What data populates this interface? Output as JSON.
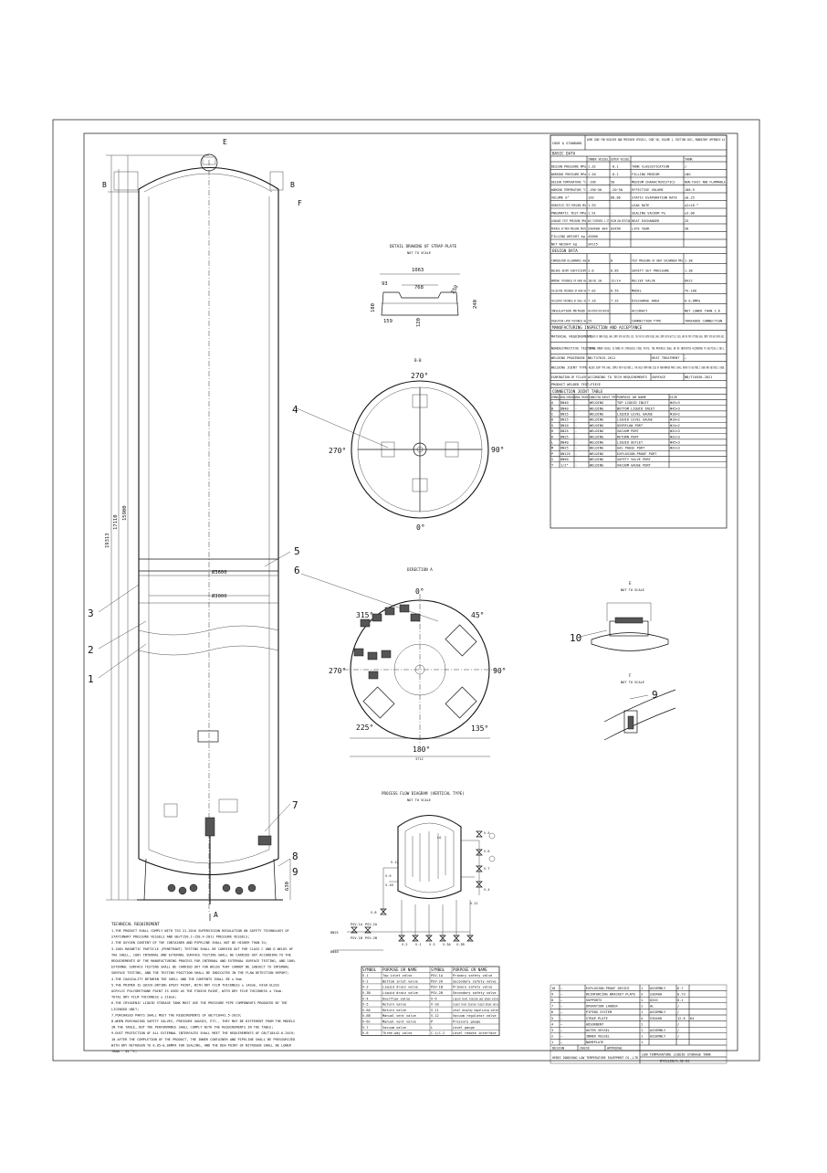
{
  "vessel": {
    "dims": [
      "19313",
      "17110",
      "15900"
    ],
    "diam_outer": "Ø3600",
    "diam_inner": "Ø3000",
    "leg_height": "630",
    "view_marks": [
      "E",
      "B",
      "B",
      "F",
      "A"
    ],
    "balloons": [
      "3",
      "2",
      "1",
      "5",
      "6",
      "7",
      "8",
      "9",
      "10",
      "4"
    ]
  },
  "strap": {
    "title": "DETAIL DRAWING OF STRAP-PLATE",
    "scale": "NOT TO SCALE",
    "dims": [
      "1063",
      "768",
      "93",
      "180",
      "159",
      "120",
      "250",
      "240"
    ]
  },
  "section_bb": {
    "title": "B-B",
    "angles": [
      "270°",
      "270°",
      "90°",
      "0°"
    ]
  },
  "direction_a": {
    "title": "DIRECTION A",
    "angles": [
      "0°",
      "45°",
      "315°",
      "270°",
      "90°",
      "225°",
      "135°",
      "180°"
    ],
    "bottom_dim": "3712"
  },
  "detail_e": {
    "title": "E",
    "scale": "NOT TO SCALE"
  },
  "detail_f": {
    "title": "F",
    "scale": "NOT TO SCALE"
  },
  "process": {
    "title": "PROCESS FLOW DIAGRAM (VERTICAL TYPE)",
    "scale": "NOT TO SCALE",
    "labels": [
      "V-2",
      "V-1",
      "V-3",
      "V-3A",
      "V-3B",
      "V-4",
      "V-5",
      "V-6",
      "V-7",
      "V-8",
      "V-9",
      "V-10",
      "V-11",
      "V-12",
      "PSV-1A",
      "PSV-1B",
      "PSV-2A",
      "PSV-2B",
      "LG",
      "DN25",
      "DN40"
    ]
  },
  "tech_req": {
    "title": "TECHNICAL REQUIREMENT",
    "lines": [
      "1.THE PRODUCT SHALL COMPLY WITH TSG 21-2016 SUPERVISION REGULATION ON SAFETY TECHNOLOGY OF",
      "STATIONARY PRESSURE VESSELS AND GB/T150.1~150.4-2011 PRESSURE VESSELS;",
      "2.THE OXYGEN CONTENT OF THE CONTAINER AND PIPELINE SHALL NOT BE HIGHER THAN 3%;",
      "3.100% MAGNETIC PARTICLE (PENETRANT) TESTING SHALL BE CARRIED OUT FOR CLASS C AND D WELDS OF",
      "THE SHELL, 100% INTERNAL AND EXTERNAL SURFACE TESTING SHALL BE CARRIED OUT ACCORDING TO THE",
      "REQUIREMENTS OF THE MANUFACTURING PROCESS FOR INTERNAL AND EXTERNAL SURFACE TESTING, AND 100%",
      "EXTERNAL SURFACE TESTING SHALL BE CARRIED OUT FOR WELDS THAT CANNOT BE SUBJECT TO INTERNAL",
      "SURFACE TESTING, AND THE TESTING POSITION SHALL BE INDICATED IN THE FLAW DETECTION REPORT;",
      "4.THE COAXIALITY BETWEEN THE SHELL AND THE CONTENTS SHALL BE ≤ 5mm",
      "5.THE PRIMER IS QUICK-DRYING EPOXY PAINT, WITH DRY FILM THICKNESS ≥ 140um, HIGH-GLOSS",
      "ACRYLIC POLYURETHANE PAINT IS USED AS THE FINISH PAINT, WITH DRY FILM THICKNESS ≥ 70um.",
      "TOTAL DRY FILM THICKNESS ≥ 210um;",
      "6.THE CRYOGENIC LIQUID STORAGE TANK MUST USE THE PRESSURE PIPE COMPONENTS PRODUCED BY THE",
      "LICENSED UNIT;",
      "7.PURCHASED PARTS SHALL MEET THE REQUIREMENTS OF GB/T18442.5-2019;",
      "8.WHEN PURCHASING SAFETY VALVES, PRESSURE GAUGES, ETC., THEY MAY BE DIFFERENT FROM THE MODELS",
      "IN THE TABLE, BUT THE PERFORMANCE SHALL COMPLY WITH THE REQUIREMENTS IN THE TABLE;",
      "9.DUST PROTECTION OF ALL EXTERNAL INTERFACES SHALL MEET THE REQUIREMENTS OF GB/T18442.6-2019;",
      "10.AFTER THE COMPLETION OF THE PRODUCT, THE INNER CONTAINER AND PIPELINE SHALL BE PRESSURIZED",
      "WITH DRY NITROGEN TO 0.05~0.06MPA FOR SEALING, AND THE DEW POINT OF NITROGEN SHALL BE LOWER",
      "THAN - 35 °C;"
    ]
  },
  "symbols": {
    "headers": [
      "SYMBOL",
      "PURPOSE OR NAME",
      "SYMBOL",
      "PURPOSE OR NAME"
    ],
    "rows": [
      [
        "V-1",
        "Top inlet valve",
        "PSV-1A",
        "Primary safety valve"
      ],
      [
        "V-2",
        "Bottom inlet valve",
        "PSV-2A",
        "Secondary safety valve"
      ],
      [
        "V-3",
        "Liquid drain valve",
        "PSV-1B",
        "Primary safety valve"
      ],
      [
        "V-3B",
        "Liquid drain valve",
        "PSV-2B",
        "Secondary safety valve"
      ],
      [
        "V-4",
        "Overflow valve",
        "V-9",
        "Liquid level display gas phase valve"
      ],
      [
        "V-5",
        "Return valve",
        "V-10",
        "Liquid level display liquid phase valve"
      ],
      [
        "V-6A",
        "Return valve",
        "V-11",
        "Level display equalizing valve"
      ],
      [
        "V-6B",
        "Manual vent valve",
        "V-12",
        "Vacuum regulator valve"
      ],
      [
        "V-6C",
        "Manual vent valve",
        "P",
        "Pressure gauge"
      ],
      [
        "V-7",
        "Vacuum valve",
        "L",
        "Level gauge"
      ],
      [
        "V-8",
        "Three-way valve",
        "C-1/C-2",
        "Level remote interface"
      ]
    ]
  },
  "spec": {
    "code_label": "CODE & STANDARD",
    "code_value": "ASME CODE FOR BOILERS AND PRESSURE VESSELS, CODE Ⅷ, VOLUME 1, EDITION 2021, MANDATORY APPENDIX 44",
    "basic_title": "BASIC DATA",
    "cols": [
      "INNER VESSEL",
      "OUTER VESSEL",
      "TANK"
    ],
    "rows": [
      [
        "DESIGN PRESSURE MPa",
        "1.32",
        "-0.1",
        "TANK CLASSIFICATION",
        "/"
      ],
      [
        "WORKING PRESSURE MPa",
        "1.20",
        "-0.1",
        "FILLING MEDIUM",
        "LNG"
      ],
      [
        "DESIGN TEMPERATURE °C",
        "-196",
        "50",
        "MEDIUM CHARACTERISTICS",
        "NON-TOXIC AND FLAMMABLE"
      ],
      [
        "WORKING TEMPERATURE °C",
        "-196~50",
        "-20~50",
        "EFFECTIVE VOLUME",
        "108.9"
      ],
      [
        "VOLUME m³",
        "120",
        "68.66",
        "STATIC EVAPORATION RATE",
        "≤0.25"
      ],
      [
        "HYDROSTATIC TEST PRESSURE MPa",
        "1.93",
        "-",
        "LEAK RATE",
        "≤2×10⁻⁸"
      ],
      [
        "PNEUMATIC TEST MPa",
        "1.91",
        "-",
        "SEALING VACUUM Pa",
        "≤3.00"
      ],
      [
        "LEAKAGE TEST PRESSURE MPa",
        "AIR TIGHTNESS 1.37",
        "HELIUM LEAK DETECTION",
        "HEAT EXCHANGER",
        "25"
      ],
      [
        "MATERIAL OF MAIN PRESSURE PARTS",
        "S30408 304",
        "Q345R",
        "LIFE YEAR",
        "30"
      ],
      [
        "FILLING WEIGHT kg",
        "42000",
        "",
        "",
        ""
      ],
      [
        "NET WEIGHT kg",
        "34115",
        "",
        "",
        ""
      ]
    ],
    "design_title": "DESIGN DATA",
    "design_rows": [
      [
        "CORROSION ALLOWANCE mm",
        "0",
        "0",
        "TEST PRESSURE OF HEAT EXCHANGER MPa",
        "1.38"
      ],
      [
        "WELDED JOINT COEFFICIENT",
        "1.0",
        "0.85",
        "SAFETY SET PRESSURE",
        "1.38"
      ],
      [
        "NOMINAL THICKNESS OF HEAD mm",
        "10/8.10",
        "12/14",
        "RELIEF VALVE",
        "DA22"
      ],
      [
        "CALCULATED THICKNESS OF HEAD mm",
        "7.02",
        "8.55",
        "MODEL",
        "TG-100"
      ],
      [
        "CALCULATED THICKNESS OF SHELL mm",
        "7.16",
        "7.32",
        "DISCHARGE AREA",
        "0-0.8MPa"
      ],
      [
        "INSULATION METHOD",
        "HIGH VACUUM MULTILAYER INSULATION",
        "",
        "ACCURACY",
        "NOT LOWER THAN 1.6"
      ],
      [
        "INSULATION LAYER THICKNESS mm",
        "25",
        "",
        "CONNECTION TYPE",
        "THREADED CONNECTION"
      ]
    ],
    "mfg_title": "MANUFACTURING INSPECTION AND ACCEPTANCE",
    "mfg_rows": [
      [
        "MATERIAL REQUIREMENTS",
        "THE PLATE OF INNER VESSEL SHALL COMPLY WITH GB/T24511-2017, THE PLATE OF OUTER VESSEL SHALL COMPLY WITH GB/T713.2-2023, AND THE PIPE FITTINGS SHALL COMPLY WITH GB/T14976-2012."
      ],
      [
        "NONDESTRUCTIVE TESTING",
        "IF THE INNER VESSEL IS MADE OF STAINLESS STEEL PLATE, THE MATERIAL SHALL BE RE-INSPECTED ACCORDING TO GB/T150.2-2011."
      ],
      [
        "WELDING PROCEDURE",
        "NB/T47015-2011",
        "HEAT TREATMENT",
        "—"
      ],
      [
        "WELDING JOINT TYPE",
        "WELDED JOINT TYPE SHALL COMPLY WITH GB/T985.1, THE WELD FORM AND SIZE OF NON-MARKED PARTS SHALL REFER TO GB/T985.1-2008 AND GB/T985.2-2008."
      ],
      [
        "EXAMINATION OF FILLER",
        "ACCORDING TO TECH REQUIREMENTS",
        "SURFACE",
        "NB/T10558-2021"
      ],
      [
        "PRODUCT WELDED TEST PIECE",
        "—"
      ]
    ],
    "conn_title": "CONNECTION JOINT TABLE",
    "conn_headers": [
      "SYMBOL",
      "NOMINAL DIMENSION",
      "NOMINAL PRESSURE",
      "CONNECTING SURFACE TYPE",
      "PURPOSE OR NAME",
      "SIZE"
    ],
    "conn_rows": [
      [
        "A",
        "DN40",
        "-",
        "WELDING",
        "TOP LIQUID INLET",
        "Φ45×3"
      ],
      [
        "B",
        "DN40",
        "-",
        "WELDING",
        "BOTTOM LIQUID INLET",
        "Φ45×3"
      ],
      [
        "C",
        "DN15",
        "-",
        "WELDING",
        "LIQUID LEVEL GAUGE",
        "Φ18×2"
      ],
      [
        "D",
        "DN15",
        "-",
        "WELDING",
        "LIQUID LEVEL GAUGE",
        "Φ18×2"
      ],
      [
        "G",
        "DN10",
        "-",
        "WELDING",
        "OVERFLOW PORT",
        "Φ14×2"
      ],
      [
        "H",
        "DN25",
        "-",
        "WELDING",
        "VACUUM PORT",
        "Φ32×3"
      ],
      [
        "K",
        "DN25",
        "-",
        "WELDING",
        "RETURN PORT",
        "Φ32×3"
      ],
      [
        "L",
        "DN40",
        "-",
        "WELDING",
        "LIQUID OUTLET",
        "Φ45×3"
      ],
      [
        "M",
        "DN25",
        "-",
        "WELDING",
        "GAS PHASE PORT",
        "Φ32×3"
      ],
      [
        "P",
        "DN125",
        "-",
        "WELDING",
        "EXPLOSION-PROOF PORT",
        ""
      ],
      [
        "S",
        "DN50",
        "-",
        "WELDING",
        "SAFETY VALVE PORT",
        ""
      ],
      [
        "T",
        "1/2\"",
        "-",
        "WELDING",
        "VACUUM GAUGE PORT",
        ""
      ]
    ]
  },
  "bom": {
    "rows": [
      [
        "10",
        "—",
        "EXPLOSION-PROOF DEVICE",
        "1",
        "ASSEMBLY",
        "6.7",
        ""
      ],
      [
        "9",
        "—",
        "REINFORCING BRACKET PLATE",
        "3",
        "S30408",
        "0.73",
        ""
      ],
      [
        "8",
        "—",
        "SUPPORTS",
        "1",
        "Q345",
        "0.1",
        ""
      ],
      [
        "7",
        "—",
        "OPERATION LADDER",
        "1",
        "AL",
        "/",
        ""
      ],
      [
        "6",
        "—",
        "PIPING SYSTEM",
        "1",
        "ASSEMBLY",
        "/",
        ""
      ],
      [
        "5",
        "—",
        "STRAP-PLATE",
        "4",
        "S30408",
        "12.6",
        "64"
      ],
      [
        "4",
        "—",
        "ADSORBENT",
        "1",
        "",
        "/",
        ""
      ],
      [
        "3",
        "—",
        "OUTER VESSEL",
        "1",
        "ASSEMBLY",
        "/",
        ""
      ],
      [
        "2",
        "—",
        "INNER VESSEL",
        "1",
        "ASSEMBLY",
        "/",
        ""
      ],
      [
        "1",
        "—",
        "NAMEPLATE",
        "1",
        "",
        "",
        ""
      ]
    ],
    "company": "HEBEI DONGYANG LOW TEMPERATURE EQUIPMENT CO.,LTD",
    "product": "LOW TEMPERATURE LIQUID STORAGE TANK",
    "drawing_no": "DYCL120/1.32-01",
    "signature_cols": [
      "DESIGN",
      "CHECK",
      "APPROVAL"
    ]
  }
}
